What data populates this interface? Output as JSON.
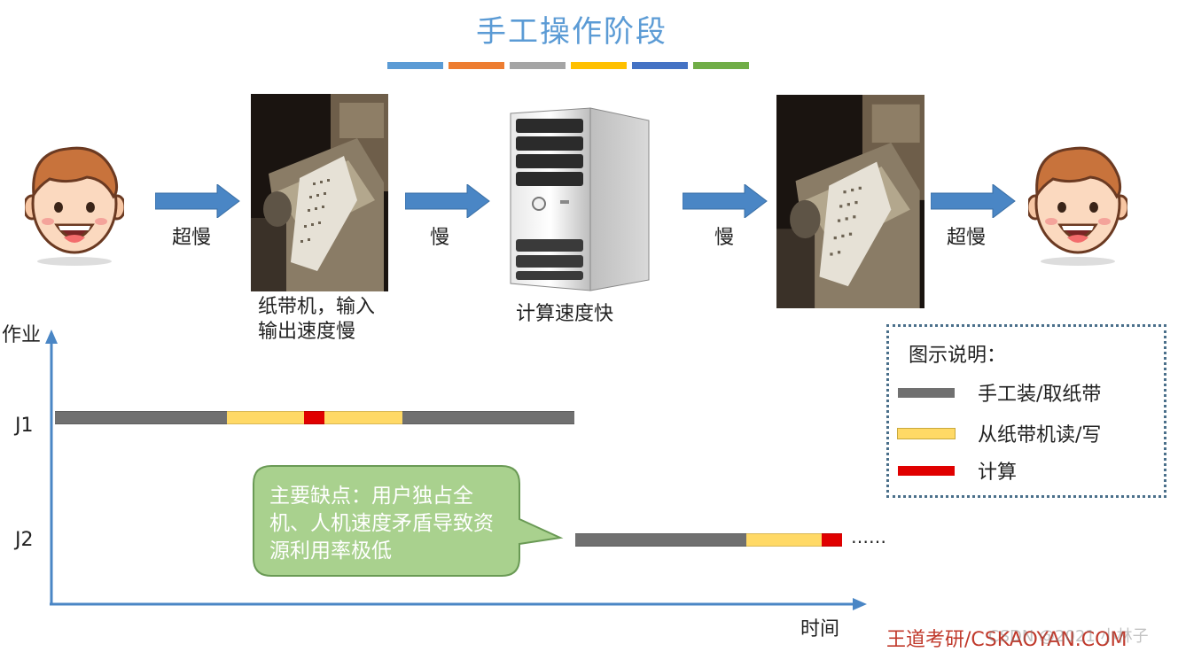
{
  "title": "手工操作阶段",
  "color_strip": [
    "#5b9bd5",
    "#ed7d31",
    "#a5a5a5",
    "#ffc000",
    "#4472c4",
    "#70ad47"
  ],
  "flow": {
    "arrow1_label": "超慢",
    "arrow2_label": "慢",
    "arrow3_label": "慢",
    "arrow4_label": "超慢",
    "tape_machine_caption_line1": "纸带机，输入",
    "tape_machine_caption_line2": "输出速度慢",
    "computer_caption": "计算速度快"
  },
  "axes": {
    "y_label": "作业",
    "x_label": "时间"
  },
  "jobs": {
    "j1_label": "J1",
    "j2_label": "J2",
    "ellipsis": "……"
  },
  "timeline": {
    "j1_segments": [
      {
        "type": "manual",
        "start": 0,
        "end": 194
      },
      {
        "type": "tape",
        "start": 194,
        "end": 281
      },
      {
        "type": "compute",
        "start": 281,
        "end": 304
      },
      {
        "type": "tape",
        "start": 304,
        "end": 392
      },
      {
        "type": "manual",
        "start": 392,
        "end": 586
      }
    ],
    "j2_segments": [
      {
        "type": "manual",
        "start": 587,
        "end": 780
      },
      {
        "type": "tape",
        "start": 780,
        "end": 865
      },
      {
        "type": "compute",
        "start": 865,
        "end": 888
      }
    ]
  },
  "bubble": {
    "text": "主要缺点：用户独占全机、人机速度矛盾导致资源利用率极低"
  },
  "legend": {
    "title": "图示说明：",
    "items": [
      {
        "label": "手工装/取纸带",
        "color": "#707070"
      },
      {
        "label": "从纸带机读/写",
        "color": "#ffd966"
      },
      {
        "label": "计算",
        "color": "#e00000"
      }
    ]
  },
  "colors": {
    "manual": "#707070",
    "tape": "#ffd966",
    "compute": "#e00000",
    "arrow": "#4a86c5",
    "bubble": "#a9d18e"
  },
  "watermark": {
    "text": "王道考研/CSKAOYAN.COM",
    "faint": "CSDN @2021 小林子"
  }
}
